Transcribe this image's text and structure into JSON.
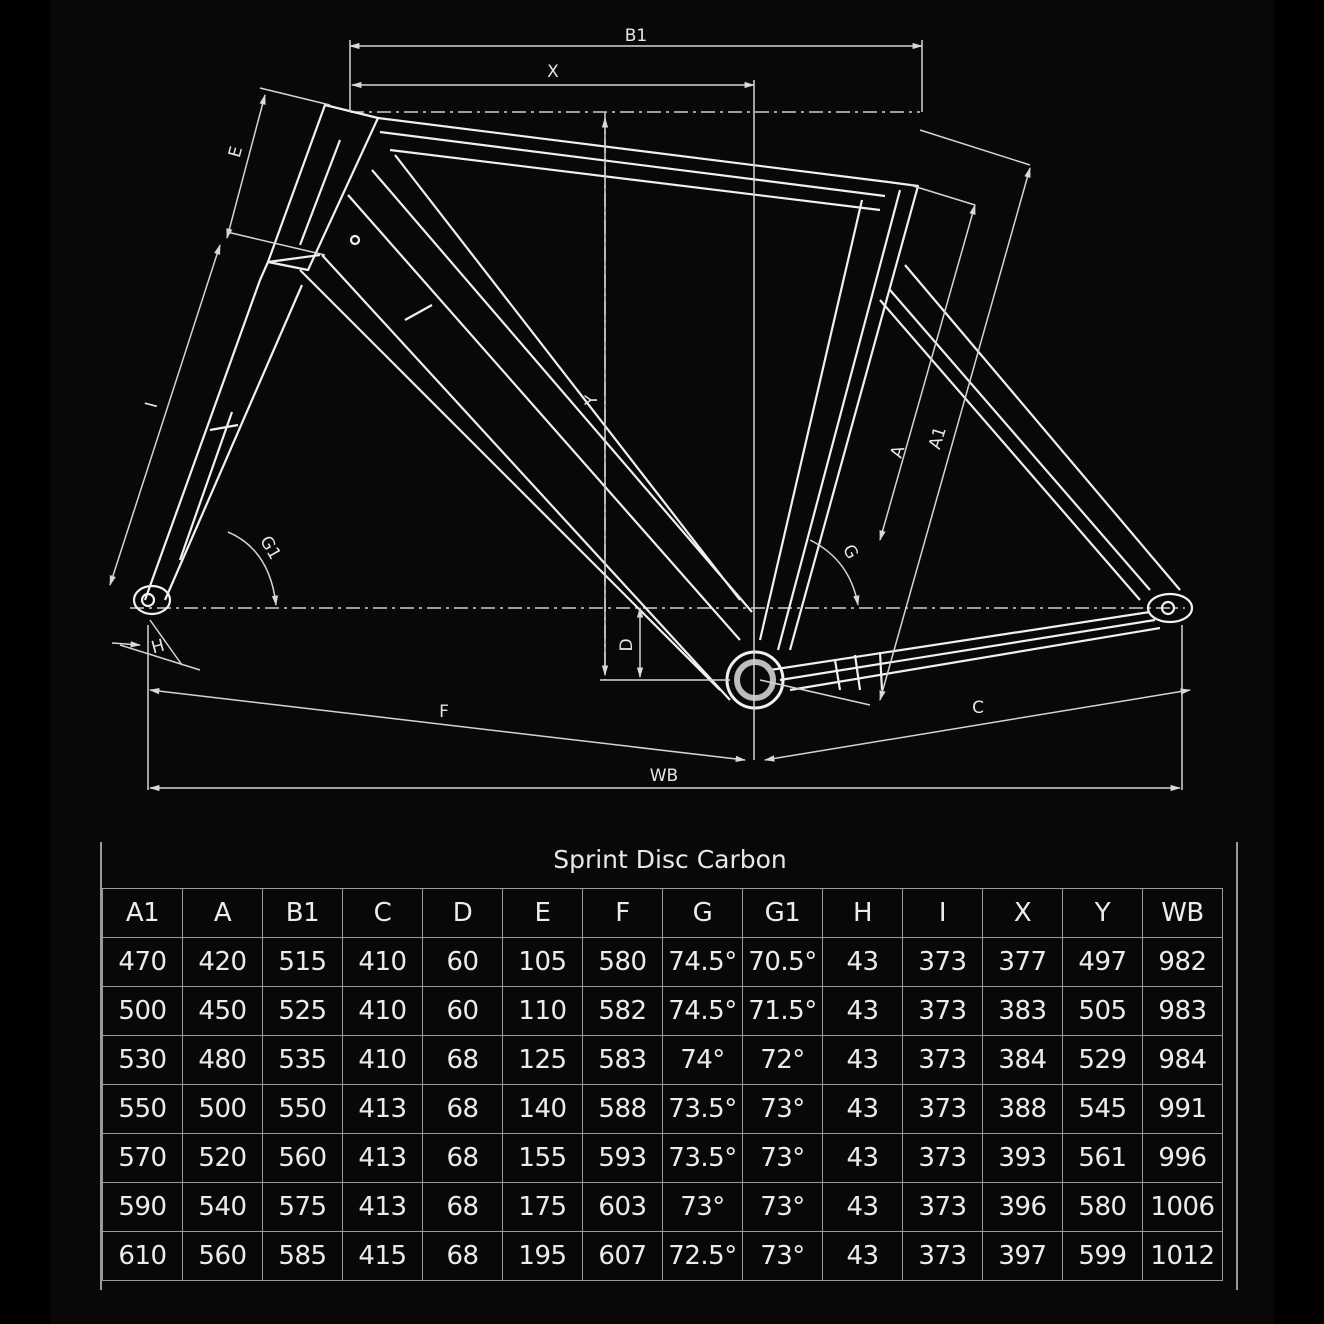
{
  "diagram": {
    "labels": {
      "b1": "B1",
      "x": "X",
      "e": "E",
      "i": "I",
      "y": "Y",
      "a": "A",
      "a1": "A1",
      "g": "G",
      "g1": "G1",
      "d": "D",
      "h": "H",
      "f": "F",
      "c": "C",
      "wb": "WB"
    }
  },
  "table": {
    "title": "Sprint Disc Carbon",
    "headers": [
      "A1",
      "A",
      "B1",
      "C",
      "D",
      "E",
      "F",
      "G",
      "G1",
      "H",
      "I",
      "X",
      "Y",
      "WB"
    ],
    "rows": [
      [
        "470",
        "420",
        "515",
        "410",
        "60",
        "105",
        "580",
        "74.5°",
        "70.5°",
        "43",
        "373",
        "377",
        "497",
        "982"
      ],
      [
        "500",
        "450",
        "525",
        "410",
        "60",
        "110",
        "582",
        "74.5°",
        "71.5°",
        "43",
        "373",
        "383",
        "505",
        "983"
      ],
      [
        "530",
        "480",
        "535",
        "410",
        "68",
        "125",
        "583",
        "74°",
        "72°",
        "43",
        "373",
        "384",
        "529",
        "984"
      ],
      [
        "550",
        "500",
        "550",
        "413",
        "68",
        "140",
        "588",
        "73.5°",
        "73°",
        "43",
        "373",
        "388",
        "545",
        "991"
      ],
      [
        "570",
        "520",
        "560",
        "413",
        "68",
        "155",
        "593",
        "73.5°",
        "73°",
        "43",
        "373",
        "393",
        "561",
        "996"
      ],
      [
        "590",
        "540",
        "575",
        "413",
        "68",
        "175",
        "603",
        "73°",
        "73°",
        "43",
        "373",
        "396",
        "580",
        "1006"
      ],
      [
        "610",
        "560",
        "585",
        "415",
        "68",
        "195",
        "607",
        "72.5°",
        "73°",
        "43",
        "373",
        "397",
        "599",
        "1012"
      ]
    ]
  }
}
